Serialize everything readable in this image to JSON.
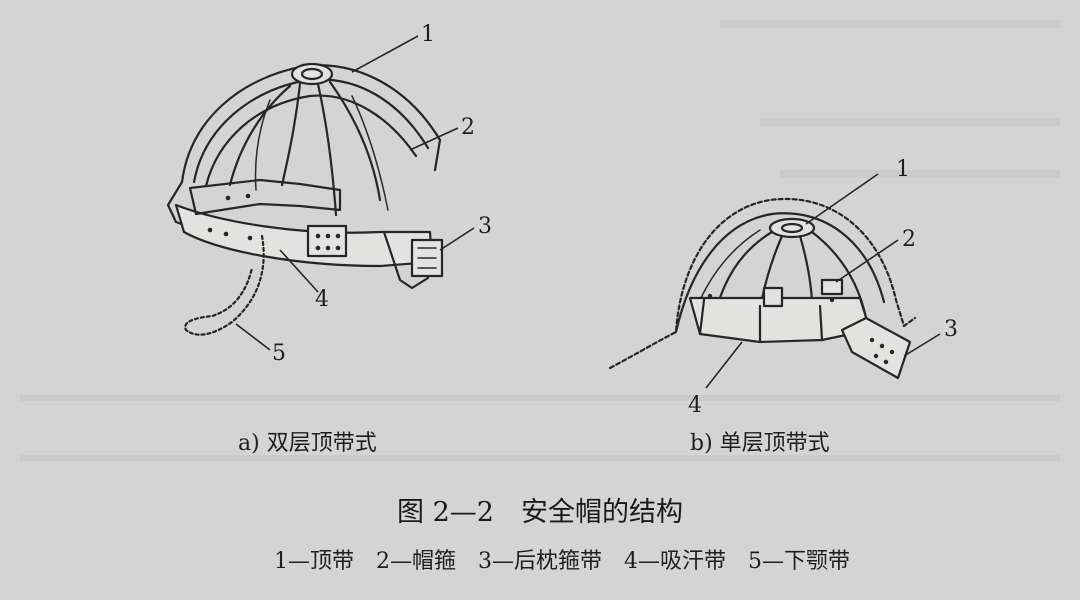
{
  "figure": {
    "title": "图 2—2　安全帽的结构",
    "legend": "1—顶带　2—帽箍　3—后枕箍带　4—吸汗带　5—下颚带"
  },
  "panel_a": {
    "caption": "a) 双层顶带式",
    "labels": [
      "1",
      "2",
      "3",
      "4",
      "5"
    ]
  },
  "panel_b": {
    "caption": "b) 单层顶带式",
    "labels": [
      "1",
      "2",
      "3",
      "4"
    ]
  }
}
